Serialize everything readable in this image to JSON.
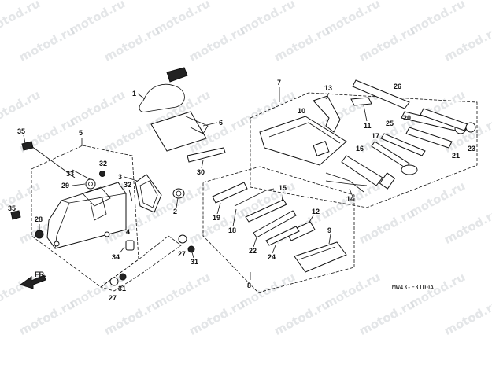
{
  "watermark": "motod.ru",
  "drawing_code": "MW43-F3100A",
  "direction_label": "FR.",
  "callouts": {
    "c1": "1",
    "c2": "2",
    "c3": "3",
    "c4": "4",
    "c5": "5",
    "c6": "6",
    "c7": "7",
    "c8": "8",
    "c9": "9",
    "c10": "10",
    "c11": "11",
    "c12": "12",
    "c13": "13",
    "c14": "14",
    "c15": "15",
    "c16": "16",
    "c17": "17",
    "c18": "18",
    "c19": "19",
    "c20": "20",
    "c21": "21",
    "c22": "22",
    "c23": "23",
    "c24": "24",
    "c25": "25",
    "c26": "26",
    "c27a": "27",
    "c27b": "27",
    "c28": "28",
    "c29": "29",
    "c30": "30",
    "c31a": "31",
    "c31b": "31",
    "c32a": "32",
    "c32b": "32",
    "c33": "33",
    "c34": "34",
    "c35a": "35",
    "c35b": "35"
  }
}
